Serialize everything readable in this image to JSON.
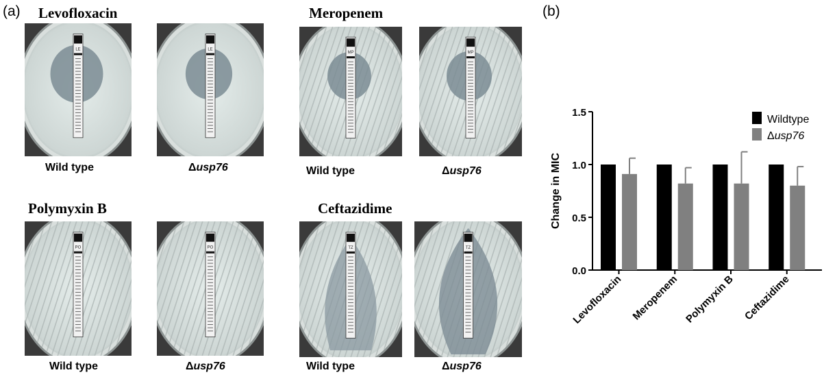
{
  "panel_a": {
    "label": "(a)",
    "drugs": {
      "levofloxacin": "Levofloxacin",
      "meropenem": "Meropenem",
      "polymyxin": "Polymyxin B",
      "ceftazidime": "Ceftazidime"
    },
    "captions": {
      "wild_type": "Wild type",
      "delta": "Δ",
      "mutant_gene": "usp76"
    },
    "strip_codes": {
      "levofloxacin": "LE",
      "meropenem": "MP",
      "polymyxin": "PO",
      "ceftazidime": "TZ"
    }
  },
  "panel_b": {
    "label": "(b)"
  },
  "chart_data": {
    "type": "bar",
    "categories": [
      "Levofloxacin",
      "Meropenem",
      "Polymyxin B",
      "Ceftazidime"
    ],
    "series": [
      {
        "name": "Wildtype",
        "values": [
          1.0,
          1.0,
          1.0,
          1.0
        ],
        "color": "#000000"
      },
      {
        "name": "Δusp76",
        "name_prefix": "Δ",
        "name_italic": "usp76",
        "values": [
          0.91,
          0.82,
          0.82,
          0.8
        ],
        "errors": [
          0.15,
          0.15,
          0.3,
          0.18
        ],
        "color": "#808080"
      }
    ],
    "title": "",
    "xlabel": "",
    "ylabel": "Change in MIC",
    "ylim": [
      0,
      1.5
    ],
    "yticks": [
      "0.0",
      "0.5",
      "1.0",
      "1.5"
    ],
    "legend_position": "top-right",
    "grid": false
  }
}
